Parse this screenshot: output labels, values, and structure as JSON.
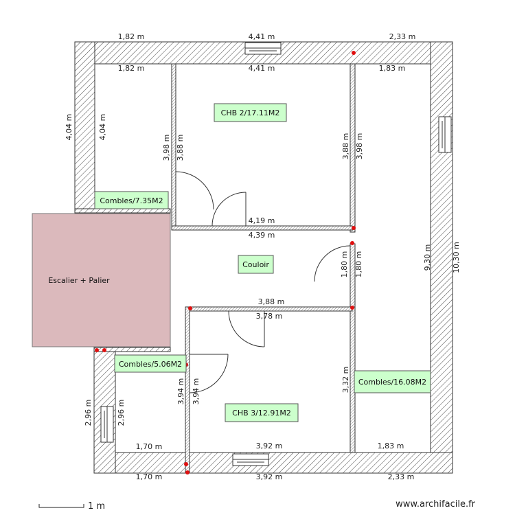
{
  "rooms": {
    "chb2": "CHB 2/17.11M2",
    "combles_top_left": "Combles/7.35M2",
    "escalier": "Escalier + Palier",
    "couloir": "Couloir",
    "combles_left_bottom": "Combles/5.06M2",
    "combles_right": "Combles/16.08M2",
    "chb3": "CHB 3/12.91M2"
  },
  "dimensions": {
    "top_outer": [
      "1,82 m",
      "4,41 m",
      "2,33 m"
    ],
    "top_inner": [
      "1,82 m",
      "4,41 m",
      "1,83 m"
    ],
    "left_outer": "4,04 m",
    "left_inner": "4,04 m",
    "chb2_left_a": "3,98 m",
    "chb2_left_b": "3,88 m",
    "chb2_right_a": "3,88 m",
    "chb2_right_b": "3,98 m",
    "chb2_bottom": "4,19 m",
    "couloir_top": "4,39 m",
    "couloir_right_a": "1,80 m",
    "couloir_right_b": "1,80 m",
    "chb3_top_a": "3,88 m",
    "chb3_top_b": "3,78 m",
    "right_inner": "9,30 m",
    "right_outer": "10,30 m",
    "chb3_left_a": "3,94 m",
    "chb3_left_b": "3,94 m",
    "chb3_right": "3,32 m",
    "small_left_outer": "2,96 m",
    "small_left_inner": "2,96 m",
    "bottom_inner": [
      "1,70 m",
      "3,92 m",
      "1,83 m"
    ],
    "bottom_outer": [
      "1,70 m",
      "3,92 m",
      "2,33 m"
    ]
  },
  "scale": "1 m",
  "brand": "www.archifacile.fr",
  "colors": {
    "room_label_bg": "#ccffcc",
    "stair_fill": "#dbb9bc",
    "wall_line": "#333333",
    "marker": "#e01010"
  }
}
